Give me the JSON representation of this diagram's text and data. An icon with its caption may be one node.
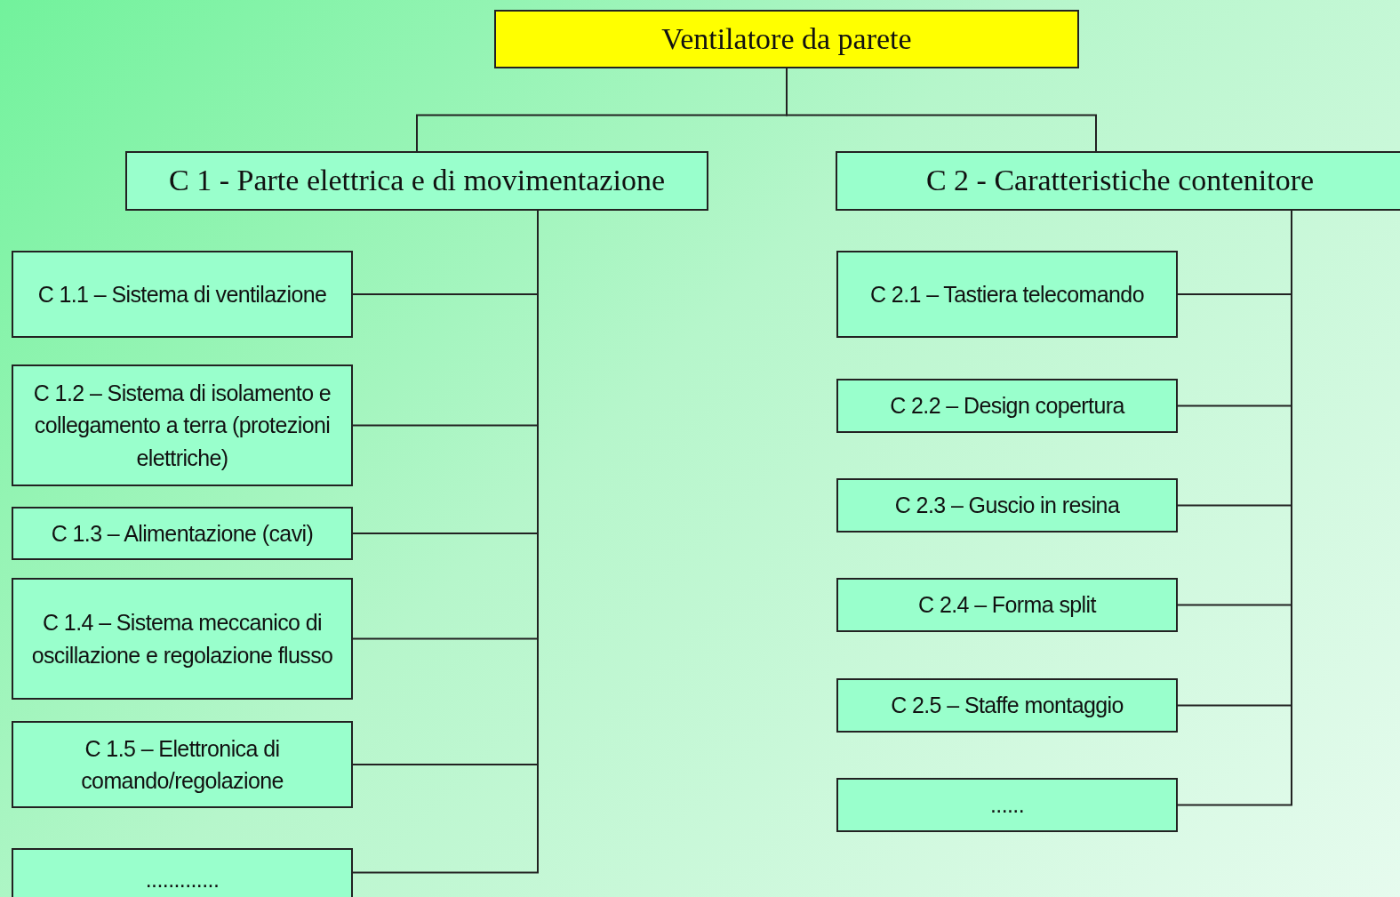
{
  "diagram": {
    "nodes": [
      {
        "text": [
          "Ventilatore da parete"
        ]
      },
      {
        "text": [
          "C 1 - Parte elettrica e di movimentazione"
        ]
      },
      {
        "text": [
          "C 2 - Caratteristiche contenitore"
        ]
      },
      {
        "text": [
          "C 1.1 – Sistema di ventilazione"
        ]
      },
      {
        "text": [
          "C 1.2 – Sistema di isolamento e collegamento a terra (protezioni elettriche)"
        ]
      },
      {
        "text": [
          "C 1.3 – Alimentazione (cavi)"
        ]
      },
      {
        "text": [
          "C 1.4 – Sistema meccanico di oscillazione e regolazione flusso"
        ]
      },
      {
        "text": [
          "C 1.5 – Elettronica di comando/regolazione"
        ]
      },
      {
        "text": [
          "............."
        ]
      },
      {
        "text": [
          "C 2.1 – Tastiera telecomando"
        ]
      },
      {
        "text": [
          "C 2.2 – Design copertura"
        ]
      },
      {
        "text": [
          "C 2.3 – Guscio in resina"
        ]
      },
      {
        "text": [
          "C 2.4 – Forma split"
        ]
      },
      {
        "text": [
          "C 2.5 – Staffe montaggio"
        ]
      },
      {
        "text": [
          "......"
        ]
      }
    ],
    "edges": [
      {
        "from": 0,
        "to": 1,
        "arrow": "none"
      },
      {
        "from": 0,
        "to": 2,
        "arrow": "none"
      },
      {
        "from": 1,
        "to": 3,
        "arrow": "none"
      },
      {
        "from": 1,
        "to": 4,
        "arrow": "none"
      },
      {
        "from": 1,
        "to": 5,
        "arrow": "none"
      },
      {
        "from": 1,
        "to": 6,
        "arrow": "none"
      },
      {
        "from": 1,
        "to": 7,
        "arrow": "none"
      },
      {
        "from": 1,
        "to": 8,
        "arrow": "none"
      },
      {
        "from": 2,
        "to": 9,
        "arrow": "none"
      },
      {
        "from": 2,
        "to": 10,
        "arrow": "none"
      },
      {
        "from": 2,
        "to": 11,
        "arrow": "none"
      },
      {
        "from": 2,
        "to": 12,
        "arrow": "none"
      },
      {
        "from": 2,
        "to": 13,
        "arrow": "none"
      },
      {
        "from": 2,
        "to": 14,
        "arrow": "none"
      }
    ]
  }
}
